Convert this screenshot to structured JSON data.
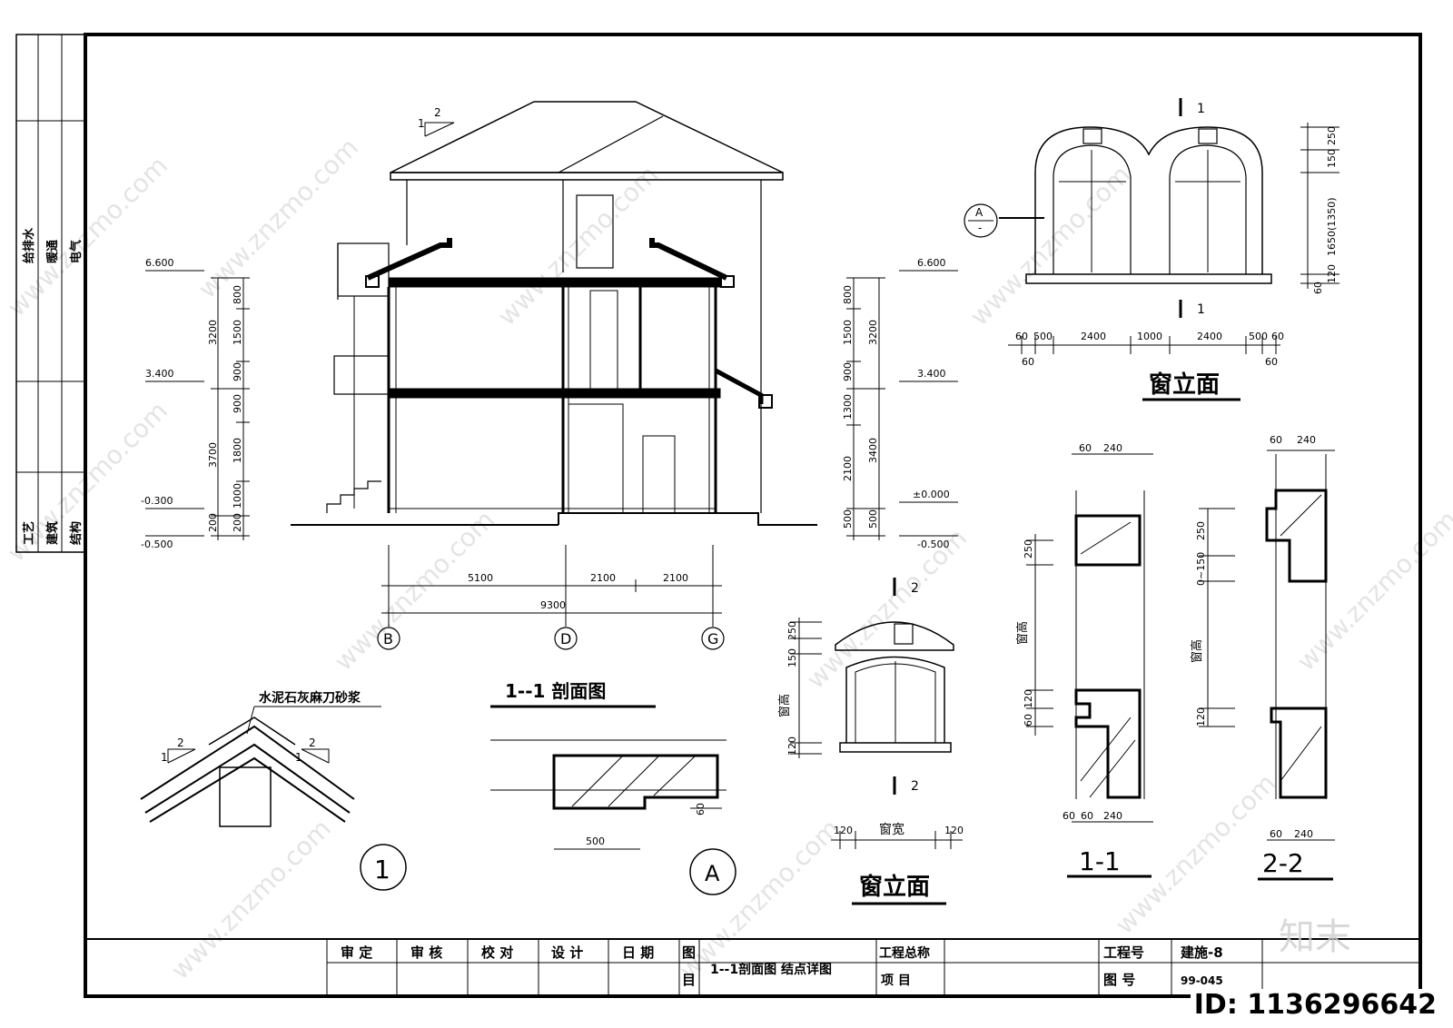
{
  "drawing": {
    "section_title": "1--1 剖面图",
    "window_title_1": "窗立面",
    "window_title_2": "窗立面",
    "detail_1_1": "1-1",
    "detail_2_2": "2-2",
    "roof_note": "水泥石灰麻刀砂浆",
    "detail_circle_1": "1",
    "detail_circle_a": "A",
    "axis_b": "B",
    "axis_d": "D",
    "axis_g": "G",
    "slope_top": "1",
    "slope_bottom": "2",
    "left_elev": [
      "6.600",
      "3.400",
      "-0.300",
      "-0.500"
    ],
    "right_elev": [
      "6.600",
      "3.400",
      "±0.000",
      "-0.500"
    ],
    "left_dims_inner": [
      "800",
      "1500",
      "900",
      "900",
      "1800",
      "1000",
      "200",
      "200"
    ],
    "left_dims_outer": [
      "3200",
      "3700"
    ],
    "right_dims_inner": [
      "800",
      "1500",
      "900",
      "1300",
      "2100",
      "500"
    ],
    "right_dims_outer": [
      "3200",
      "3400",
      "500"
    ],
    "bottom_dims": [
      "5100",
      "2100",
      "2100"
    ],
    "bottom_total": "9300",
    "win_top_dims": [
      "60",
      "500",
      "2400",
      "1000",
      "2400",
      "500",
      "60"
    ],
    "win_top_sub": [
      "60",
      "60"
    ],
    "win_right_dims": [
      "250",
      "150",
      "1650(1350)",
      "120",
      "60"
    ],
    "win_small_left": [
      "250",
      "150",
      "窗高",
      "120"
    ],
    "win_small_bottom": [
      "120",
      "窗宽",
      "120"
    ],
    "cut_mark_1": "1",
    "cut_mark_2": "2",
    "detail_a_dim": "500",
    "detail_a_side": "60",
    "d11_top": [
      "60",
      "240"
    ],
    "d11_side": [
      "250",
      "窗高",
      "120",
      "60"
    ],
    "d11_bottom": [
      "60",
      "60",
      "240"
    ],
    "d22_top": [
      "60",
      "240"
    ],
    "d22_side": [
      "250",
      "0~150",
      "窗高",
      "120"
    ],
    "d22_bottom": [
      "60",
      "240"
    ],
    "a_marker": "A",
    "a_marker_sub": "-"
  },
  "side_panel": {
    "top_labels": [
      "给排水",
      "暖通",
      "电气"
    ],
    "bottom_labels": [
      "工艺",
      "建筑",
      "结构"
    ]
  },
  "title_block": {
    "sign_labels": [
      "审 定",
      "审 核",
      "校 对",
      "设 计",
      "日 期"
    ],
    "tu": "图",
    "mu": "目",
    "drawing_name": "1--1剖面图 结点详图",
    "project_total": "工程总称",
    "project_item": "项  目",
    "project_no_label": "工程号",
    "project_no_value": "建施-8",
    "drawing_no_label": "图  号",
    "drawing_no_value": "99-045"
  },
  "watermark": {
    "logo": "知末",
    "site": "www.znzmo.com",
    "id_label": "ID: 1136296642"
  }
}
